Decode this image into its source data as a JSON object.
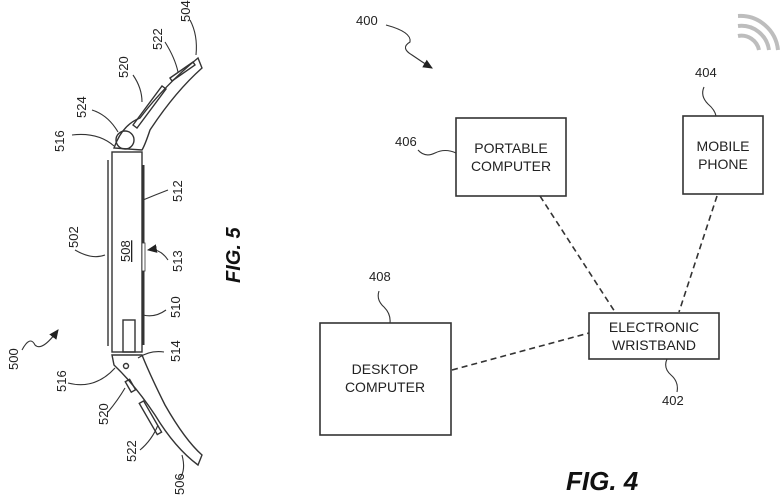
{
  "fig4": {
    "title": "FIG. 4",
    "system_ref": "400",
    "nodes": {
      "wristband": {
        "ref": "402",
        "line1": "ELECTRONIC",
        "line2": "WRISTBAND"
      },
      "mobile": {
        "ref": "404",
        "line1": "MOBILE",
        "line2": "PHONE"
      },
      "portable": {
        "ref": "406",
        "line1": "PORTABLE",
        "line2": "COMPUTER"
      },
      "desktop": {
        "ref": "408",
        "line1": "DESKTOP",
        "line2": "COMPUTER"
      }
    },
    "connections": [
      [
        "wristband",
        "portable"
      ],
      [
        "wristband",
        "mobile"
      ],
      [
        "wristband",
        "desktop"
      ]
    ]
  },
  "fig5": {
    "title": "FIG. 5",
    "refs": {
      "device": "500",
      "body": "502",
      "band_top": "504",
      "band_bottom": "506",
      "display": "508",
      "side_bottom": "510",
      "side_top": "512",
      "indicator": "513",
      "latch": "514",
      "hinge_top": "516",
      "hinge_bottom": "516",
      "slot_top": "520",
      "slot_bottom": "520",
      "groove_top": "522",
      "groove_bottom": "522",
      "pin": "524"
    }
  },
  "watermark": {
    "icon": "wifi-signal-icon",
    "color": "#bdbdbd"
  }
}
